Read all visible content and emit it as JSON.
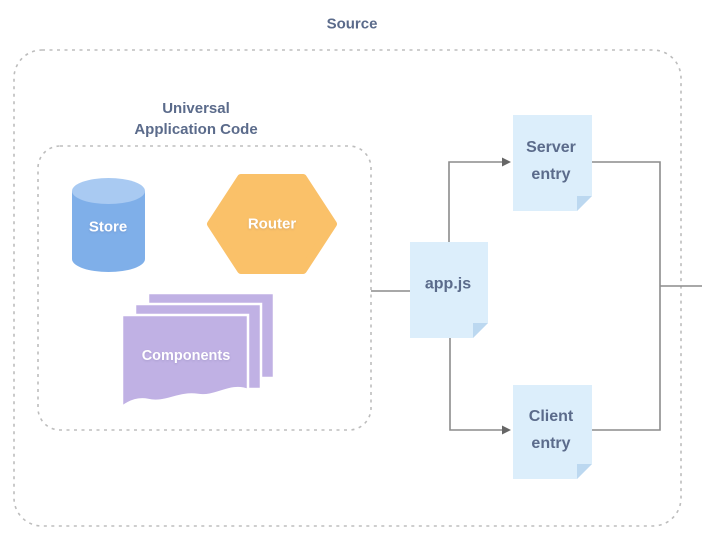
{
  "diagram": {
    "title": "Source",
    "group": {
      "label_lines": [
        "Universal",
        "Application Code"
      ]
    },
    "nodes": {
      "store": {
        "label": "Store",
        "shape": "cylinder",
        "color": "#7FAFE9",
        "top_color": "#A9CAF2"
      },
      "router": {
        "label": "Router",
        "shape": "hexagon",
        "color": "#FAC169"
      },
      "components": {
        "label": "Components",
        "shape": "page-stack",
        "color": "#C0B1E4"
      },
      "app": {
        "label": "app.js",
        "shape": "file",
        "color": "#DCEEFB",
        "fold_color": "#BCD8F0"
      },
      "server_entry": {
        "label_lines": [
          "Server",
          "entry"
        ],
        "shape": "file",
        "color": "#DCEEFB",
        "fold_color": "#BCD8F0"
      },
      "client_entry": {
        "label_lines": [
          "Client",
          "entry"
        ],
        "shape": "file",
        "color": "#DCEEFB",
        "fold_color": "#BCD8F0"
      }
    },
    "colors": {
      "label_text": "#5B6B8B",
      "shape_text": "#FFFFFF",
      "connector_line": "#8C8C8C",
      "arrowhead": "#666666",
      "dashed_border": "#BDBDBD",
      "background": "#FFFFFF"
    }
  }
}
